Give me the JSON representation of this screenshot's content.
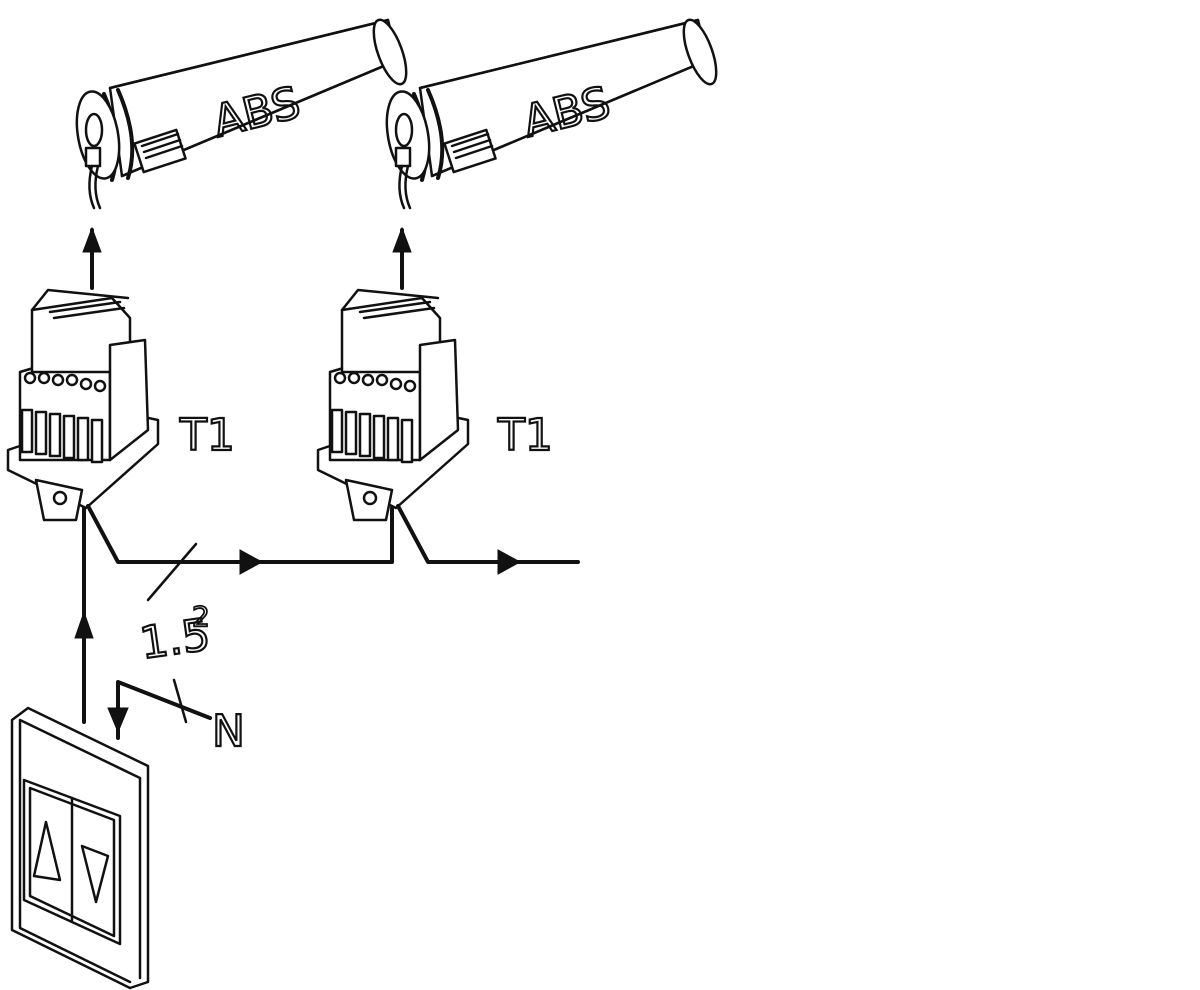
{
  "motors": [
    {
      "label": "ABS"
    },
    {
      "label": "ABS"
    }
  ],
  "receivers": [
    {
      "label": "T1"
    },
    {
      "label": "T1"
    }
  ],
  "cable_section": {
    "value": "1.5",
    "exponent": "2"
  },
  "neutral": {
    "label": "N"
  },
  "switch": {
    "up_symbol": "△",
    "down_symbol": "▽"
  }
}
